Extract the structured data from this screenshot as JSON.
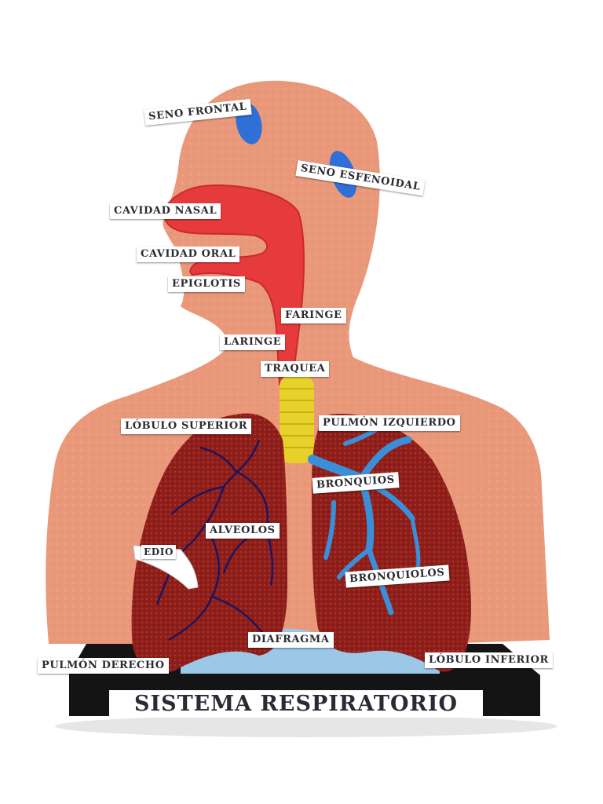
{
  "title": "SISTEMA RESPIRATORIO",
  "labels": {
    "seno_frontal": "SENO FRONTAL",
    "seno_esfenoidal": "SENO ESFENOIDAL",
    "cavidad_nasal": "CAVIDAD NASAL",
    "cavidad_oral": "CAVIDAD ORAL",
    "epiglotis": "EPIGLOTIS",
    "faringe": "FARINGE",
    "laringe": "LARINGE",
    "traquea": "TRAQUEA",
    "lobulo_superior": "LÓBULO SUPERIOR",
    "pulmon_izquierdo": "PULMÓN IZQUIERDO",
    "bronquios": "BRONQUIOS",
    "alveolos": "ALVEOLOS",
    "medio": "EDIO",
    "bronquiolos": "BRONQUIOLOS",
    "diafragma": "DIAFRAGMA",
    "pulmon_derecho": "PULMÓN DERECHO",
    "lobulo_inferior": "LÓBULO INFERIOR"
  },
  "colors": {
    "body": "#e9987a",
    "airway": "#e63a3c",
    "lung": "#8e1f1b",
    "bronchi": "#3a8fd8",
    "trachea": "#e8d12a",
    "sinus": "#2f6fd6",
    "base": "#141414"
  }
}
